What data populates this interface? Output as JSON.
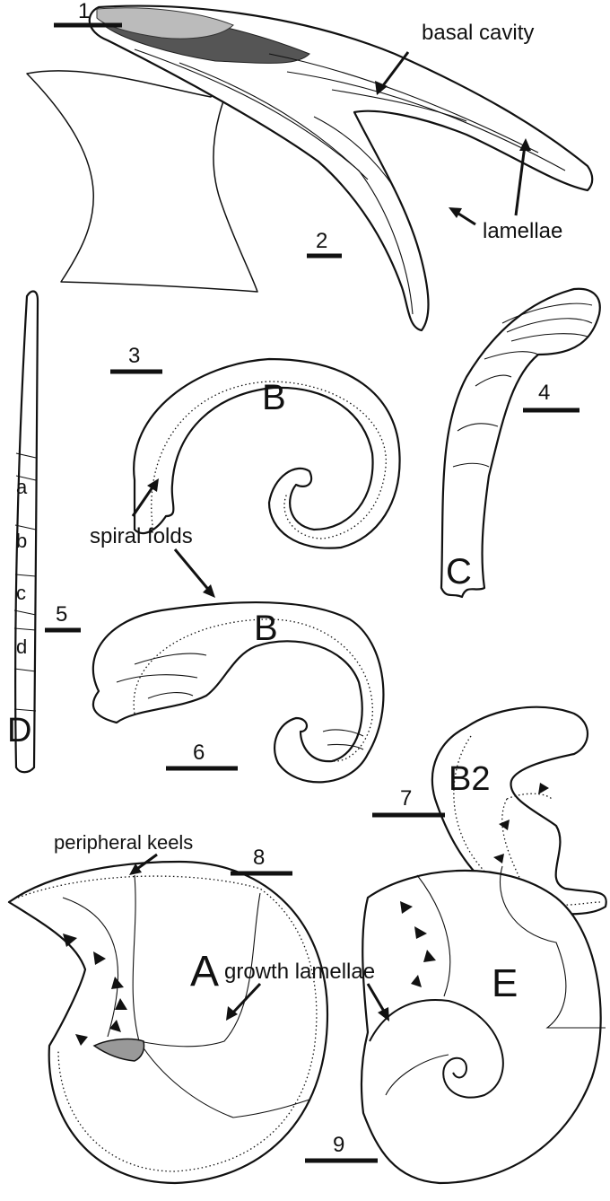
{
  "figure": {
    "panel_numbers": [
      "1",
      "2",
      "3",
      "4",
      "5",
      "6",
      "7",
      "8",
      "9"
    ],
    "annotations": {
      "basal_cavity": "basal cavity",
      "lamellae": "lamellae",
      "spiral_folds": "spiral folds",
      "peripheral_keels": "peripheral keels",
      "growth_lamellae": "growth lamellae"
    },
    "element_letters": {
      "fig3": "B",
      "fig4": "C",
      "fig5": "D",
      "fig6": "B",
      "fig7": "B2",
      "fig8": "A",
      "fig9": "E"
    },
    "segment_letters": [
      "a",
      "b",
      "c",
      "d"
    ]
  }
}
